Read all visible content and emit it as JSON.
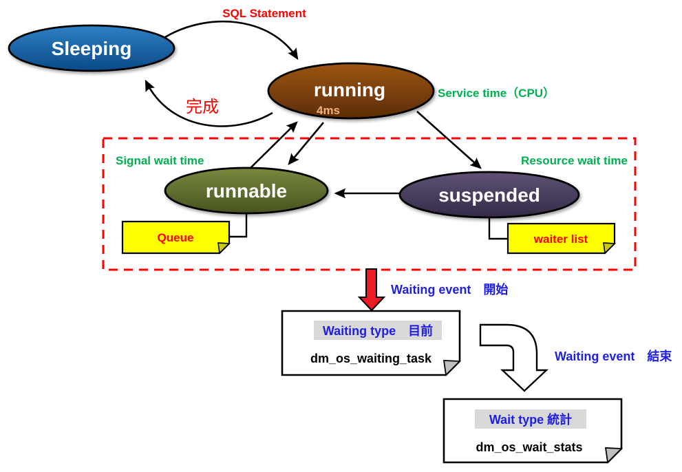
{
  "states": {
    "sleeping": {
      "label": "Sleeping"
    },
    "running": {
      "label": "running",
      "sub": "4ms"
    },
    "runnable": {
      "label": "runnable"
    },
    "suspended": {
      "label": "suspended"
    }
  },
  "annotations": {
    "sql_statement": "SQL Statement",
    "complete": "完成",
    "service_time": "Service time（CPU）",
    "signal_wait": "Signal wait time",
    "resource_wait": "Resource wait time",
    "waiting_event_start": "Waiting event　開始",
    "waiting_event_end": "Waiting event　結束"
  },
  "notes": {
    "queue": {
      "label": "Queue"
    },
    "waiter_list": {
      "label": "waiter list"
    }
  },
  "boxes": {
    "waiting_task": {
      "title": "Waiting type　目前",
      "body": "dm_os_waiting_task"
    },
    "wait_stats": {
      "title": "Wait type 統計",
      "body": "dm_os_wait_stats"
    }
  },
  "colors": {
    "red": "#FF0000",
    "green": "#00B050",
    "blue": "#1E1EE6",
    "white": "#FFFFFF",
    "black": "#000000",
    "orange_sub": "#F4B183",
    "note_yellow": "#FFFF00",
    "note_fold_yellow": "#C9C914",
    "box_fold_gray": "#BFBFBF",
    "highlight_gray": "#D9D9D9",
    "red_arrow_fill": "#ED1C24",
    "sleeping_top": "#2E80C4",
    "sleeping_bottom": "#0A4A87",
    "running_top": "#9C5513",
    "running_bottom": "#5C2C04",
    "runnable_top": "#77893F",
    "runnable_bottom": "#47541F",
    "suspended_top": "#5E5274",
    "suspended_bottom": "#352A48"
  }
}
